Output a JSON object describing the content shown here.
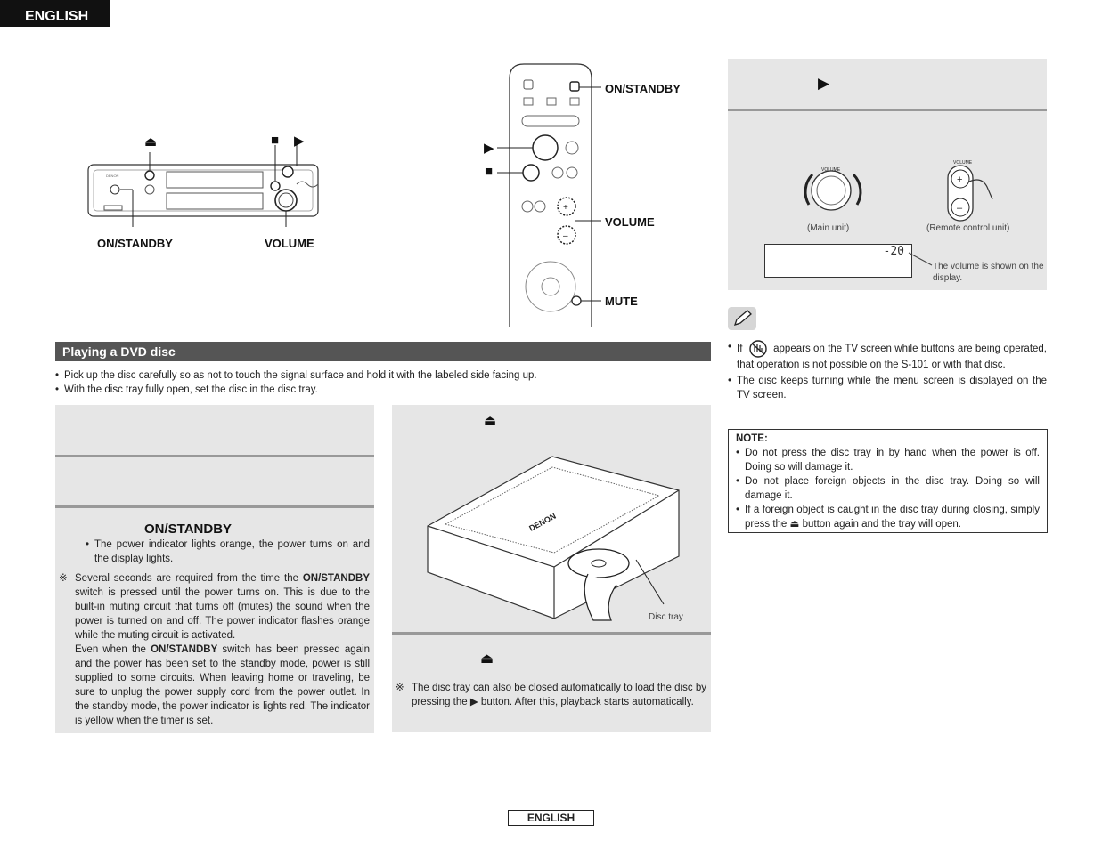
{
  "header": {
    "tab_label": "ENGLISH"
  },
  "top_figure": {
    "main_unit_labels": {
      "on_standby": "ON/STANDBY",
      "volume": "VOLUME"
    },
    "remote_labels": {
      "on_standby": "ON/STANDBY",
      "volume": "VOLUME",
      "mute": "MUTE"
    }
  },
  "volume_panel": {
    "main_unit_caption": "(Main unit)",
    "remote_caption": "(Remote control unit)",
    "display_value": "-20",
    "display_caption": "The volume is shown on the display."
  },
  "notes_right": {
    "item1_pre": "If",
    "item1_post": "appears on the TV screen while buttons are being operated, that operation is not possible on the S-101 or with that disc.",
    "item2": "The disc keeps turning while the menu screen is displayed on the TV screen."
  },
  "note_box": {
    "title": "NOTE:",
    "item1": "Do not press the disc tray in by hand when the power is off. Doing so will damage it.",
    "item2": "Do not place foreign objects in the disc tray. Doing so will damage it.",
    "item3_pre": "If a foreign object is caught in the disc tray during closing, simply press the",
    "item3_post": "button again and the tray will open."
  },
  "section": {
    "title": "Playing a DVD disc",
    "bullet1": "Pick up the disc carefully so as not to touch the signal surface and hold it with the labeled side facing up.",
    "bullet2": "With the disc tray fully open, set the disc in the disc tray."
  },
  "left_steps": {
    "button_label": "ON/STANDBY",
    "bullet": "The power indicator lights orange, the power turns on and the display lights.",
    "note_pre": "Several seconds are required from the time the",
    "note_bold": "ON/STANDBY",
    "note_post": "switch is pressed until the power turns on. This is due to the built-in muting circuit that turns off (mutes) the sound when the power is turned on and off. The power indicator flashes orange while the muting circuit is activated.",
    "note2_pre": "Even when the",
    "note2_bold": "ON/STANDBY",
    "note2_post": "switch has been pressed again and the power has been set to the standby mode, power is still supplied to some circuits. When leaving home or traveling, be sure to unplug the power supply cord from the power outlet. In the standby mode, the power indicator is lights red. The indicator is yellow when the timer is set."
  },
  "middle_steps": {
    "disc_tray_caption": "Disc tray",
    "note_pre": "The disc tray can also be closed automatically to load the disc by pressing the",
    "note_post": "button. After this, playback starts automatically."
  },
  "footer": {
    "label": "ENGLISH"
  },
  "icons": [
    "eject-icon",
    "stop-icon",
    "play-icon",
    "pencil-icon",
    "prohibited-hand-icon"
  ]
}
